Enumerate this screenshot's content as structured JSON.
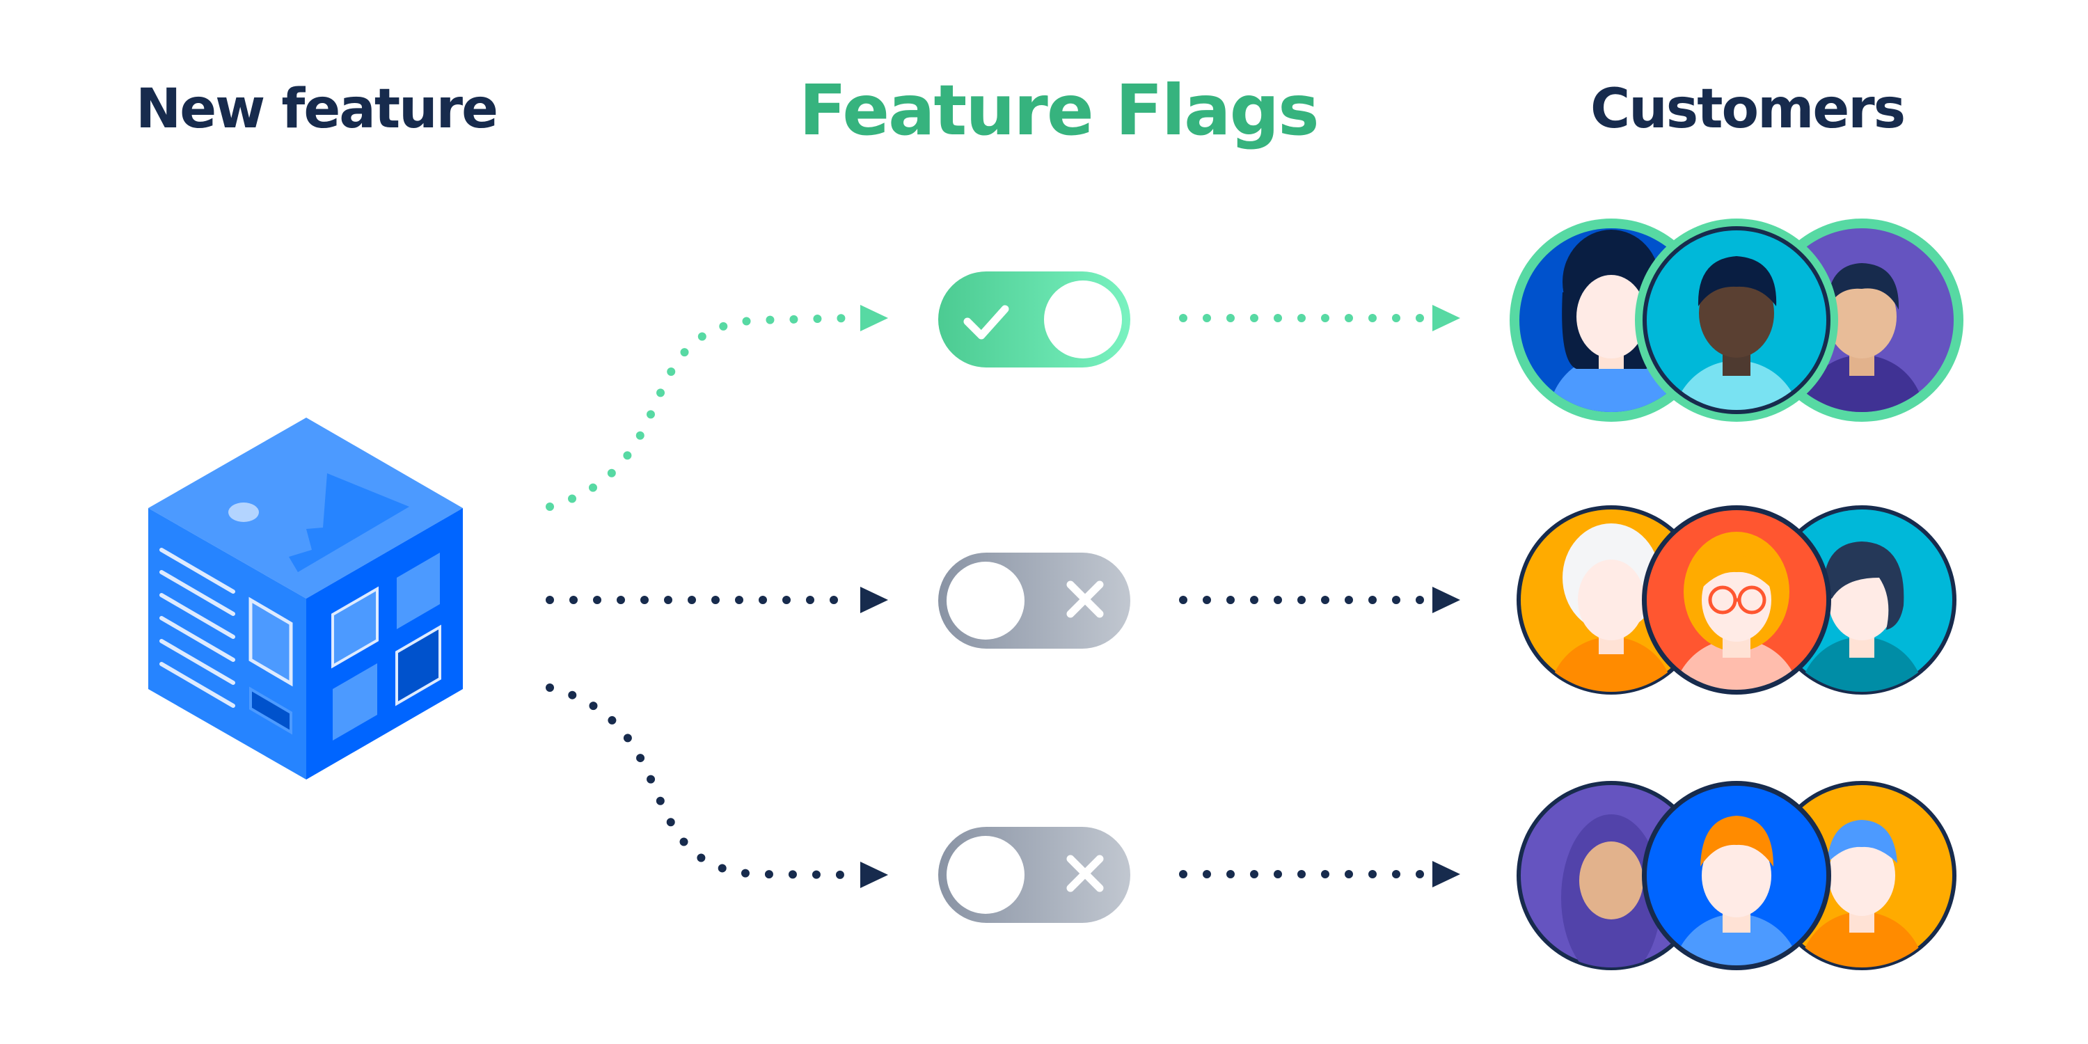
{
  "headings": {
    "new_feature": "New feature",
    "feature_flags": "Feature Flags",
    "customers": "Customers"
  },
  "colors": {
    "title_dark": "#172B4D",
    "title_green": "#36B37E",
    "flag_on": "#57D9A3",
    "flag_off": "#A5ADBA",
    "cube_blue": "#2684FF",
    "arrow_on": "#57D9A3",
    "arrow_off": "#172B4D"
  },
  "flags": [
    {
      "state": "on",
      "icon": "check-icon"
    },
    {
      "state": "off",
      "icon": "close-icon"
    },
    {
      "state": "off",
      "icon": "close-icon"
    }
  ],
  "customer_groups": [
    {
      "enabled": true,
      "avatars": 3
    },
    {
      "enabled": false,
      "avatars": 3
    },
    {
      "enabled": false,
      "avatars": 3
    }
  ]
}
